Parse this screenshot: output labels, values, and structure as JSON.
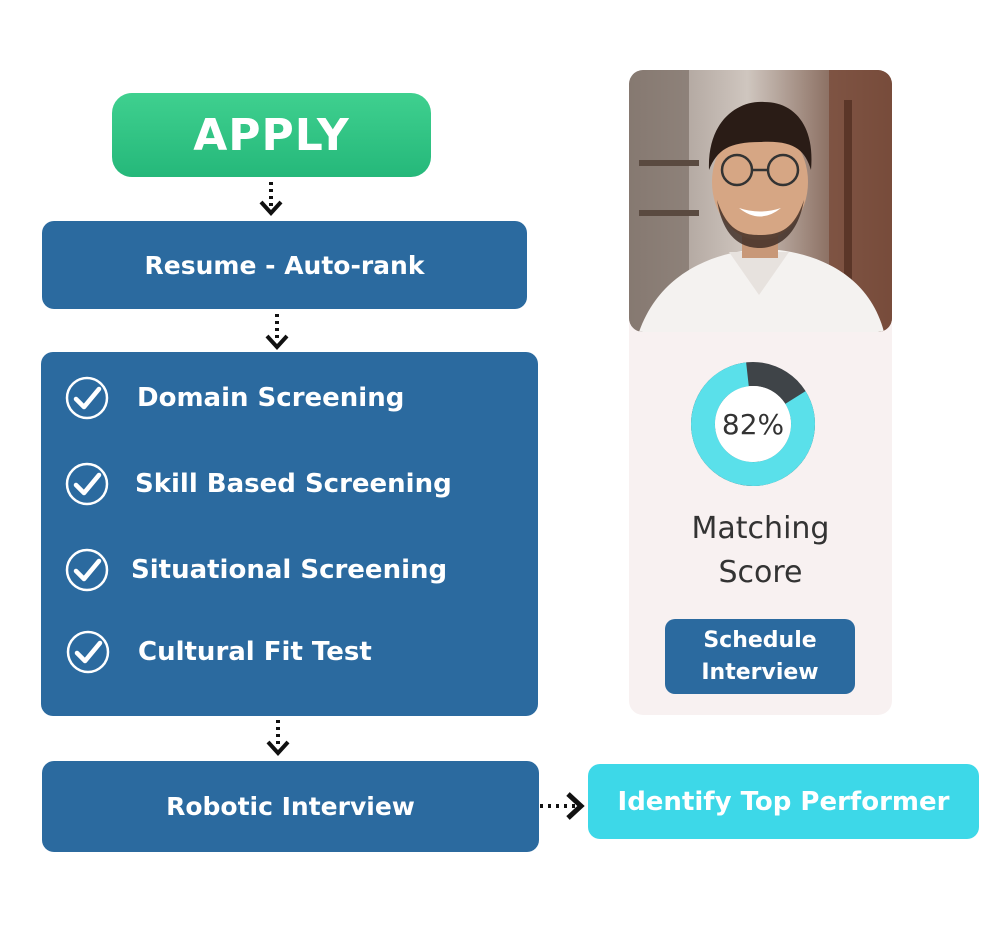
{
  "flow": {
    "apply_label": "APPLY",
    "resume_label": "Resume - Auto-rank",
    "screenings": [
      {
        "label": "Domain Screening"
      },
      {
        "label": "Skill Based Screening"
      },
      {
        "label": "Situational Screening"
      },
      {
        "label": "Cultural Fit Test"
      }
    ],
    "robotic_label": "Robotic Interview",
    "top_performer_label": "Identify Top Performer"
  },
  "candidate": {
    "score_text": "82%",
    "score_value": 82,
    "score_label_line1": "Matching",
    "score_label_line2": "Score",
    "schedule_line1": "Schedule",
    "schedule_line2": "Interview"
  },
  "colors": {
    "apply": "#2ec27e",
    "step": "#2b6a9f",
    "accent": "#3dd8e8",
    "donut_track": "#3f4448",
    "card_bg": "#f8f1f1"
  }
}
